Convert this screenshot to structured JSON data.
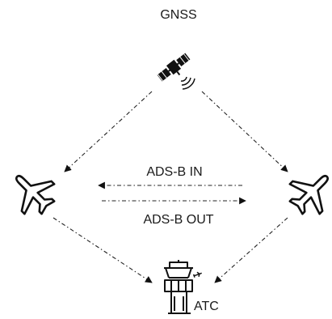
{
  "nodes": {
    "gnss": {
      "label": "GNSS",
      "icon": "satellite-icon"
    },
    "aircraft_left": {
      "icon": "airplane-icon"
    },
    "aircraft_right": {
      "icon": "airplane-icon"
    },
    "atc": {
      "label": "ATC",
      "icon": "control-tower-icon"
    }
  },
  "links": {
    "adsb_in": {
      "label": "ADS-B IN"
    },
    "adsb_out": {
      "label": "ADS-B OUT"
    }
  },
  "colors": {
    "ink": "#111111",
    "background": "#ffffff"
  }
}
